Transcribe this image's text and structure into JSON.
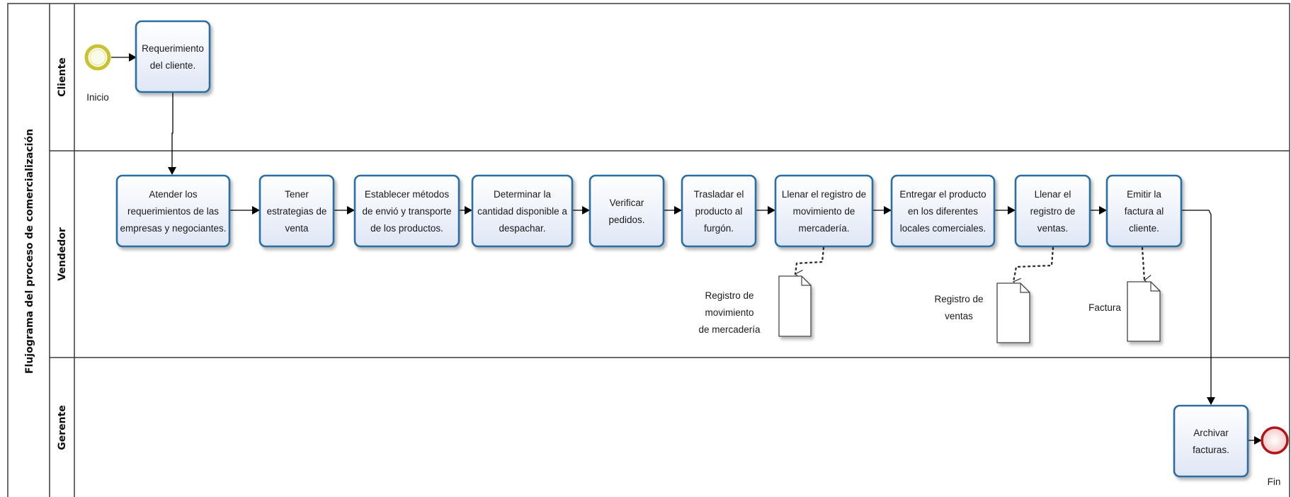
{
  "pool": {
    "title": "Flujograma del proceso de comercialización"
  },
  "lanes": [
    {
      "id": "cliente",
      "label": "Cliente"
    },
    {
      "id": "vendedor",
      "label": "Vendedor"
    },
    {
      "id": "gerente",
      "label": "Gerente"
    }
  ],
  "events": {
    "start": {
      "label": "Inicio"
    },
    "end": {
      "label": "Fin"
    }
  },
  "tasks": [
    {
      "id": "t1",
      "lines": [
        "Requerimiento",
        "del cliente."
      ]
    },
    {
      "id": "t2",
      "lines": [
        "Atender los",
        "requerimientos de las",
        "empresas y negociantes."
      ]
    },
    {
      "id": "t3",
      "lines": [
        "Tener",
        "estrategias de",
        "venta"
      ]
    },
    {
      "id": "t4",
      "lines": [
        "Establecer métodos",
        "de envió y transporte",
        "de los productos."
      ]
    },
    {
      "id": "t5",
      "lines": [
        "Determinar la",
        "cantidad disponible a",
        "despachar."
      ]
    },
    {
      "id": "t6",
      "lines": [
        "Verificar",
        "pedidos."
      ]
    },
    {
      "id": "t7",
      "lines": [
        "Trasladar el",
        "producto al",
        "furgón."
      ]
    },
    {
      "id": "t8",
      "lines": [
        "Llenar el registro de",
        "movimiento de",
        "mercadería."
      ]
    },
    {
      "id": "t9",
      "lines": [
        "Entregar el producto",
        "en los diferentes",
        "locales comerciales."
      ]
    },
    {
      "id": "t10",
      "lines": [
        "Llenar el",
        "registro de",
        "ventas."
      ]
    },
    {
      "id": "t11",
      "lines": [
        "Emitir la",
        "factura al",
        "cliente."
      ]
    },
    {
      "id": "t12",
      "lines": [
        "Archivar",
        "facturas."
      ]
    }
  ],
  "documents": [
    {
      "id": "d1",
      "lines": [
        "Registro de",
        "movimiento",
        "de mercadería"
      ]
    },
    {
      "id": "d2",
      "lines": [
        "Registro de",
        "ventas"
      ]
    },
    {
      "id": "d3",
      "lines": [
        "Factura"
      ]
    }
  ],
  "colors": {
    "task_border": "#2b6ea3",
    "task_fill_top": "#ffffff",
    "task_fill_bottom": "#dfe6f5",
    "start_ring": "#c8c232",
    "end_ring": "#b3141c",
    "end_fill": "#f6d3d3",
    "line": "#000000",
    "lane_border": "#3a3a3a"
  }
}
